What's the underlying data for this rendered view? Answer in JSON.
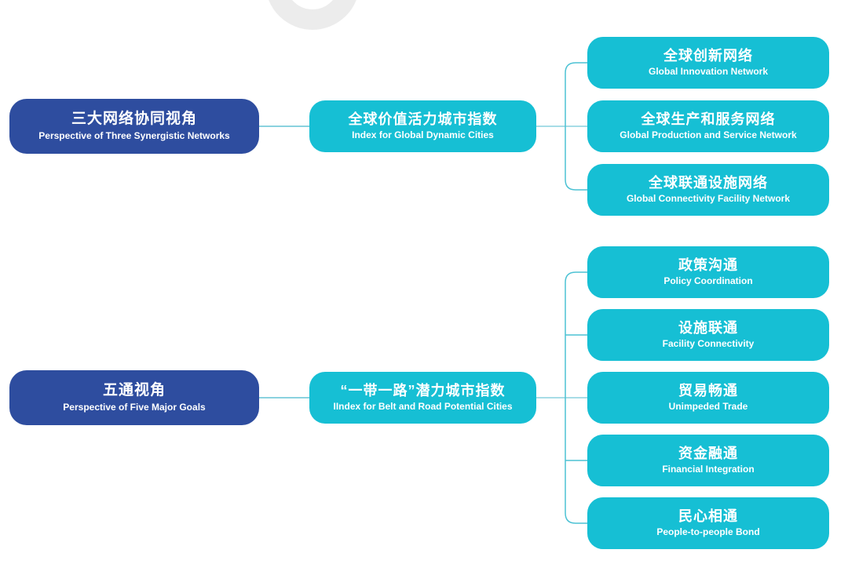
{
  "colors": {
    "node_blue": "#2e4d9f",
    "node_cyan": "#16bfd4",
    "connector_light": "#8ad2df",
    "connector_teal": "#4cc2d4",
    "watermark_gray": "#ececec"
  },
  "rows": [
    {
      "left": {
        "zh": "三大网络协同视角",
        "en": "Perspective of Three Synergistic Networks"
      },
      "middle": {
        "zh": "全球价值活力城市指数",
        "en": "Index for Global Dynamic Cities"
      },
      "children": [
        {
          "zh": "全球创新网络",
          "en": "Global Innovation Network"
        },
        {
          "zh": "全球生产和服务网络",
          "en": "Global Production and Service Network"
        },
        {
          "zh": "全球联通设施网络",
          "en": "Global Connectivity Facility Network"
        }
      ]
    },
    {
      "left": {
        "zh": "五通视角",
        "en": "Perspective of Five Major Goals"
      },
      "middle": {
        "zh": "“一带一路”潜力城市指数",
        "en": "IIndex for Belt and Road Potential Cities"
      },
      "children": [
        {
          "zh": "政策沟通",
          "en": "Policy Coordination"
        },
        {
          "zh": "设施联通",
          "en": "Facility Connectivity"
        },
        {
          "zh": "贸易畅通",
          "en": "Unimpeded Trade"
        },
        {
          "zh": "资金融通",
          "en": "Financial Integration"
        },
        {
          "zh": "民心相通",
          "en": "People-to-people Bond"
        }
      ]
    }
  ]
}
